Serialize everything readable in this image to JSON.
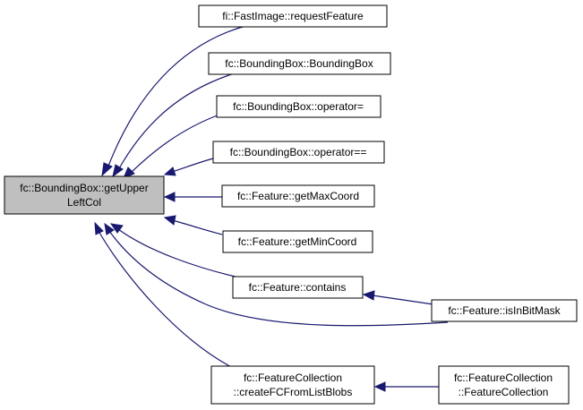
{
  "colors": {
    "edge": "#191970",
    "node_border": "#000000",
    "node_fill": "#ffffff",
    "root_fill": "#bfbfbf"
  },
  "nodes": {
    "root": {
      "lines": [
        "fc::BoundingBox::getUpper",
        "LeftCol"
      ]
    },
    "request_feature": {
      "lines": [
        "fi::FastImage::requestFeature"
      ]
    },
    "bounding_box_ctor": {
      "lines": [
        "fc::BoundingBox::BoundingBox"
      ]
    },
    "operator_assign": {
      "lines": [
        "fc::BoundingBox::operator="
      ]
    },
    "operator_eq": {
      "lines": [
        "fc::BoundingBox::operator=="
      ]
    },
    "get_max_coord": {
      "lines": [
        "fc::Feature::getMaxCoord"
      ]
    },
    "get_min_coord": {
      "lines": [
        "fc::Feature::getMinCoord"
      ]
    },
    "contains": {
      "lines": [
        "fc::Feature::contains"
      ]
    },
    "is_in_bit_mask": {
      "lines": [
        "fc::Feature::isInBitMask"
      ]
    },
    "create_fc": {
      "lines": [
        "fc::FeatureCollection",
        "::createFCFromListBlobs"
      ]
    },
    "fc_ctor": {
      "lines": [
        "fc::FeatureCollection",
        "::FeatureCollection"
      ]
    }
  }
}
